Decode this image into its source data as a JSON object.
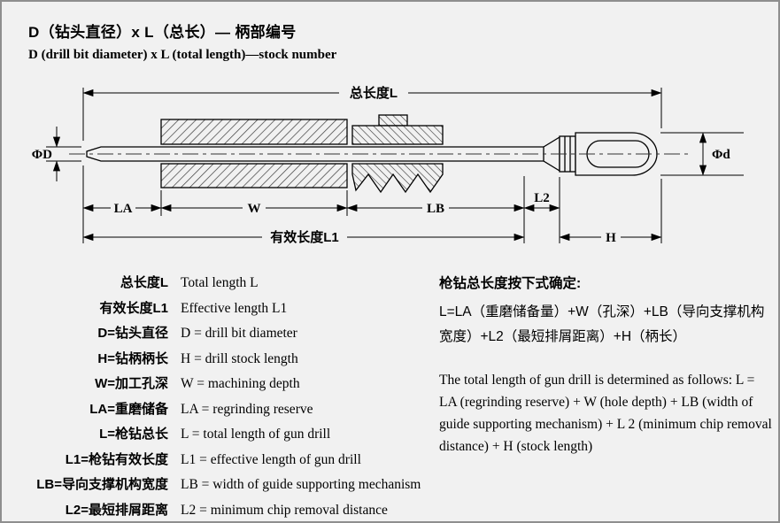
{
  "page": {
    "background": "#f1f1f1",
    "line_color": "#000000",
    "border_color": "#8f8f8f"
  },
  "header": {
    "title_cn": "D（钻头直径）x L（总长）— 柄部编号",
    "title_en": "D (drill bit diameter) x L (total length)—stock number"
  },
  "diagram": {
    "total_length_label": "总长度L",
    "effective_length_label": "有效长度L1",
    "phi_D_label": "ΦD",
    "phi_d_label": "Φd",
    "dim_LA": "LA",
    "dim_W": "W",
    "dim_LB": "LB",
    "dim_L2": "L2",
    "dim_H": "H"
  },
  "legend": {
    "rows": [
      {
        "cn": "总长度L",
        "en": "Total length L"
      },
      {
        "cn": "有效长度L1",
        "en": "Effective length L1"
      },
      {
        "cn": "D=钻头直径",
        "en": "D = drill bit diameter"
      },
      {
        "cn": "H=钻柄柄长",
        "en": "H = drill stock length"
      },
      {
        "cn": "W=加工孔深",
        "en": "W = machining depth"
      },
      {
        "cn": "LA=重磨储备",
        "en": "LA = regrinding reserve"
      },
      {
        "cn": "L=枪钻总长",
        "en": "L = total length of gun drill"
      },
      {
        "cn": "L1=枪钻有效长度",
        "en": "L1 = effective length of gun drill"
      },
      {
        "cn": "LB=导向支撑机构宽度",
        "en": "LB = width of guide supporting mechanism"
      },
      {
        "cn": "L2=最短排屑距离",
        "en": "L2 = minimum chip removal distance"
      }
    ]
  },
  "formula": {
    "title_cn": "枪钻总长度按下式确定:",
    "body_cn": "L=LA（重磨储备量）+W（孔深）+LB（导向支撑机构宽度）+L2（最短排屑距离）+H（柄长）",
    "body_en": "The total length of gun drill is determined as follows: L = LA (regrinding reserve) + W (hole depth) + LB (width of guide supporting mechanism) + L 2 (minimum chip removal distance) + H (stock length)"
  }
}
